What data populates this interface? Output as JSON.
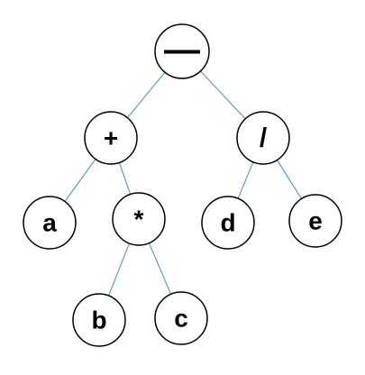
{
  "tree": {
    "nodes": [
      {
        "id": "root",
        "label": "—"
      },
      {
        "id": "plus",
        "label": "+"
      },
      {
        "id": "div",
        "label": "/"
      },
      {
        "id": "a",
        "label": "a"
      },
      {
        "id": "mul",
        "label": "*"
      },
      {
        "id": "d",
        "label": "d"
      },
      {
        "id": "e",
        "label": "e"
      },
      {
        "id": "b",
        "label": "b"
      },
      {
        "id": "c",
        "label": "c"
      }
    ],
    "edges": [
      [
        "root",
        "plus"
      ],
      [
        "root",
        "div"
      ],
      [
        "plus",
        "a"
      ],
      [
        "plus",
        "mul"
      ],
      [
        "div",
        "d"
      ],
      [
        "div",
        "e"
      ],
      [
        "mul",
        "b"
      ],
      [
        "mul",
        "c"
      ]
    ]
  },
  "colors": {
    "edge": "#5b9bd5",
    "node_border": "#000000",
    "node_fill": "#ffffff"
  }
}
